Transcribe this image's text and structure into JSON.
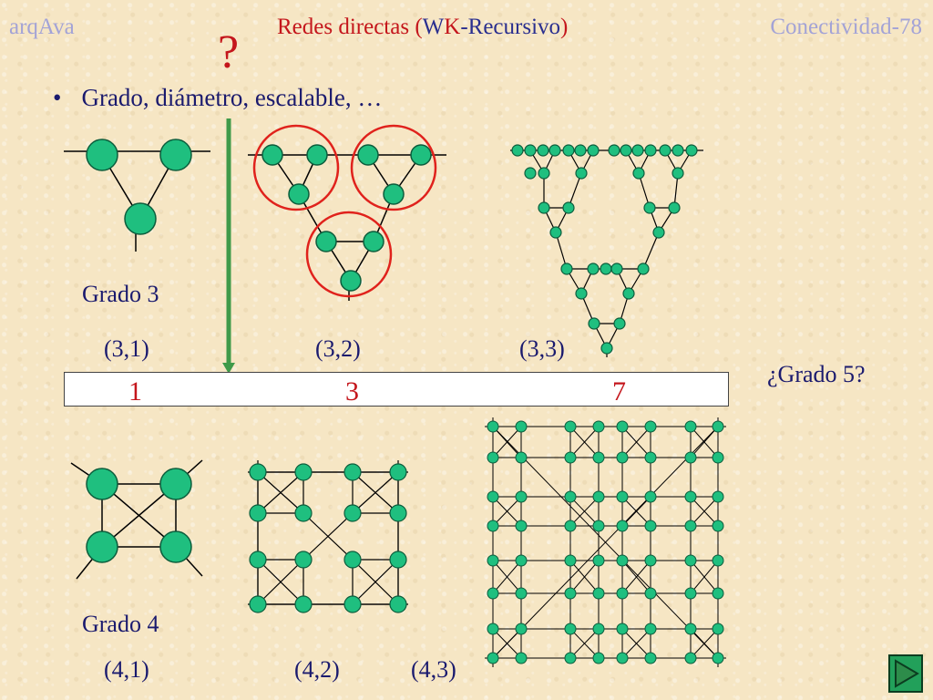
{
  "header": {
    "left": "arqAva",
    "center_prefix": "Redes directas (",
    "center_w": "W",
    "center_k": "K",
    "center_rec": "-Recursivo",
    "center_suffix": ")",
    "right": "Conectividad-78"
  },
  "question_mark": "?",
  "bullet": {
    "symbol": "•",
    "text": "Grado, diámetro, escalable, …"
  },
  "grado3": {
    "label": "Grado 3",
    "tags": [
      "(3,1)",
      "(3,2)",
      "(3,3)"
    ]
  },
  "grado4": {
    "label": "Grado 4",
    "tags": [
      "(4,1)",
      "(4,2)",
      "(4,3)"
    ]
  },
  "diameter_bar": {
    "values": [
      "1",
      "3",
      "7"
    ]
  },
  "grado5": "¿Grado 5?",
  "colors": {
    "node_fill": "#1fbf7f",
    "node_stroke": "#0c5d3c",
    "edge": "#000000",
    "cluster_ring": "#e0221c",
    "arrow": "#3f9a4a",
    "title_accent": "#c4161c",
    "muted_header": "#a3a3d6",
    "text": "#1a1a6e"
  },
  "nav": {
    "next_icon": "triangle-right-icon"
  }
}
